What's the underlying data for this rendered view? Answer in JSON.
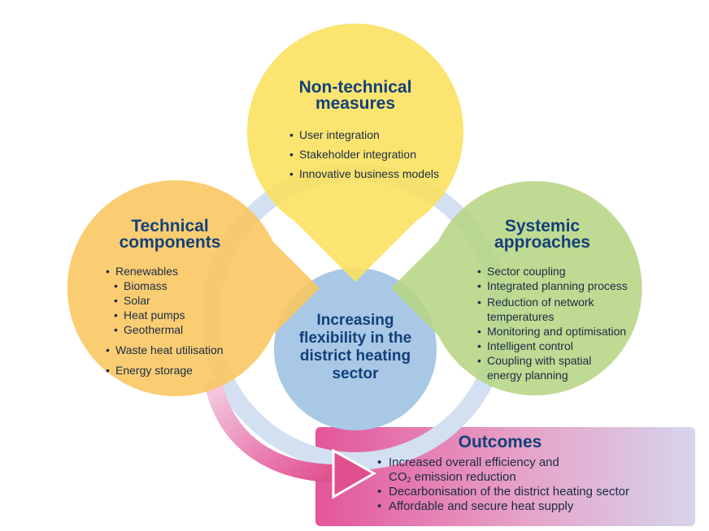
{
  "non_technical": {
    "title_line1": "Non-technical",
    "title_line2": "measures",
    "items": [
      "User integration",
      "Stakeholder integration",
      "Innovative business models"
    ]
  },
  "technical": {
    "title_line1": "Technical",
    "title_line2": "components",
    "items": [
      "Renewables",
      "Biomass",
      "Solar",
      "Heat pumps",
      "Geothermal",
      "Waste heat utilisation",
      "Energy storage"
    ]
  },
  "systemic": {
    "title_line1": "Systemic",
    "title_line2": "approaches",
    "items": [
      "Sector coupling",
      "Integrated planning process",
      "Reduction of network",
      "temperatures",
      "Monitoring and optimisation",
      "Intelligent control",
      "Coupling with spatial",
      "energy planning"
    ]
  },
  "center": {
    "line1": "Increasing",
    "line2": "flexibility in the",
    "line3": "district heating",
    "line4": "sector"
  },
  "outcomes": {
    "title": "Outcomes",
    "item1_line1": "Increased overall efficiency and",
    "item1_co": "CO",
    "item1_sub": "2",
    "item1_rest": " emission reduction",
    "item2": "Decarbonisation of the district heating sector",
    "item3": "Affordable and secure heat supply"
  },
  "colors": {
    "yellow": "#fbe36a",
    "orange": "#fbc96a",
    "green": "#bcd98c",
    "blue": "#a9c8e6",
    "ring": "#d4e1f1",
    "outcome_start": "#e0508f",
    "outcome_end": "#d7d5ec"
  }
}
